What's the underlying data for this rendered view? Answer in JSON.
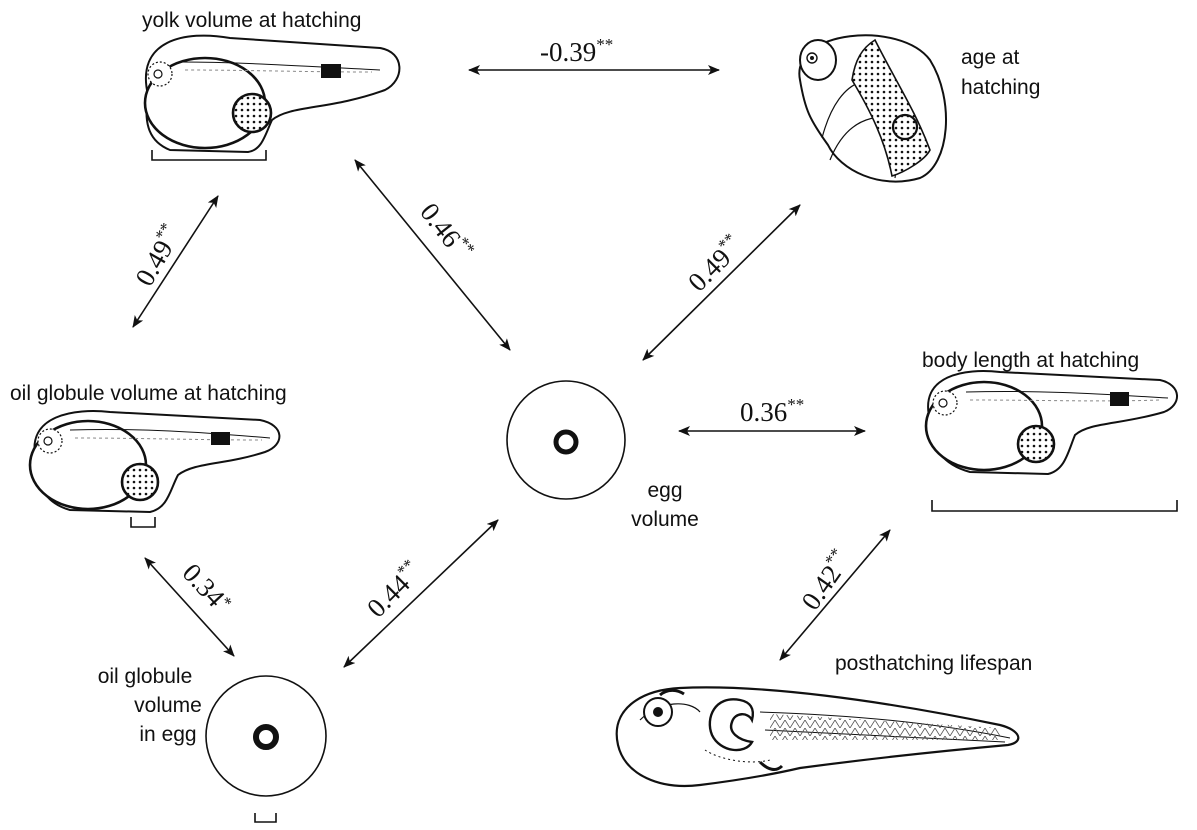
{
  "nodes": {
    "yolk": {
      "label": "yolk volume at hatching"
    },
    "age": {
      "label_line1": "age at",
      "label_line2": "hatching"
    },
    "oil_hatch": {
      "label": "oil globule volume at hatching"
    },
    "egg": {
      "label_line1": "egg",
      "label_line2": "volume"
    },
    "body": {
      "label": "body length at hatching"
    },
    "oil_egg": {
      "label_line1": "oil globule",
      "label_line2": "volume",
      "label_line3": "in egg"
    },
    "lifespan": {
      "label": "posthatching lifespan"
    }
  },
  "edges": {
    "yolk_age": {
      "value": "-0.39",
      "sig": "**"
    },
    "yolk_oil": {
      "value": "0.49",
      "sig": "**"
    },
    "yolk_egg": {
      "value": "0.46",
      "sig": "**"
    },
    "age_egg": {
      "value": "0.49",
      "sig": "**"
    },
    "egg_body": {
      "value": "0.36",
      "sig": "**"
    },
    "oil_oilegg": {
      "value": "0.34",
      "sig": "*"
    },
    "oilegg_egg": {
      "value": "0.44",
      "sig": "**"
    },
    "body_lifespan": {
      "value": "0.42",
      "sig": "**"
    }
  }
}
